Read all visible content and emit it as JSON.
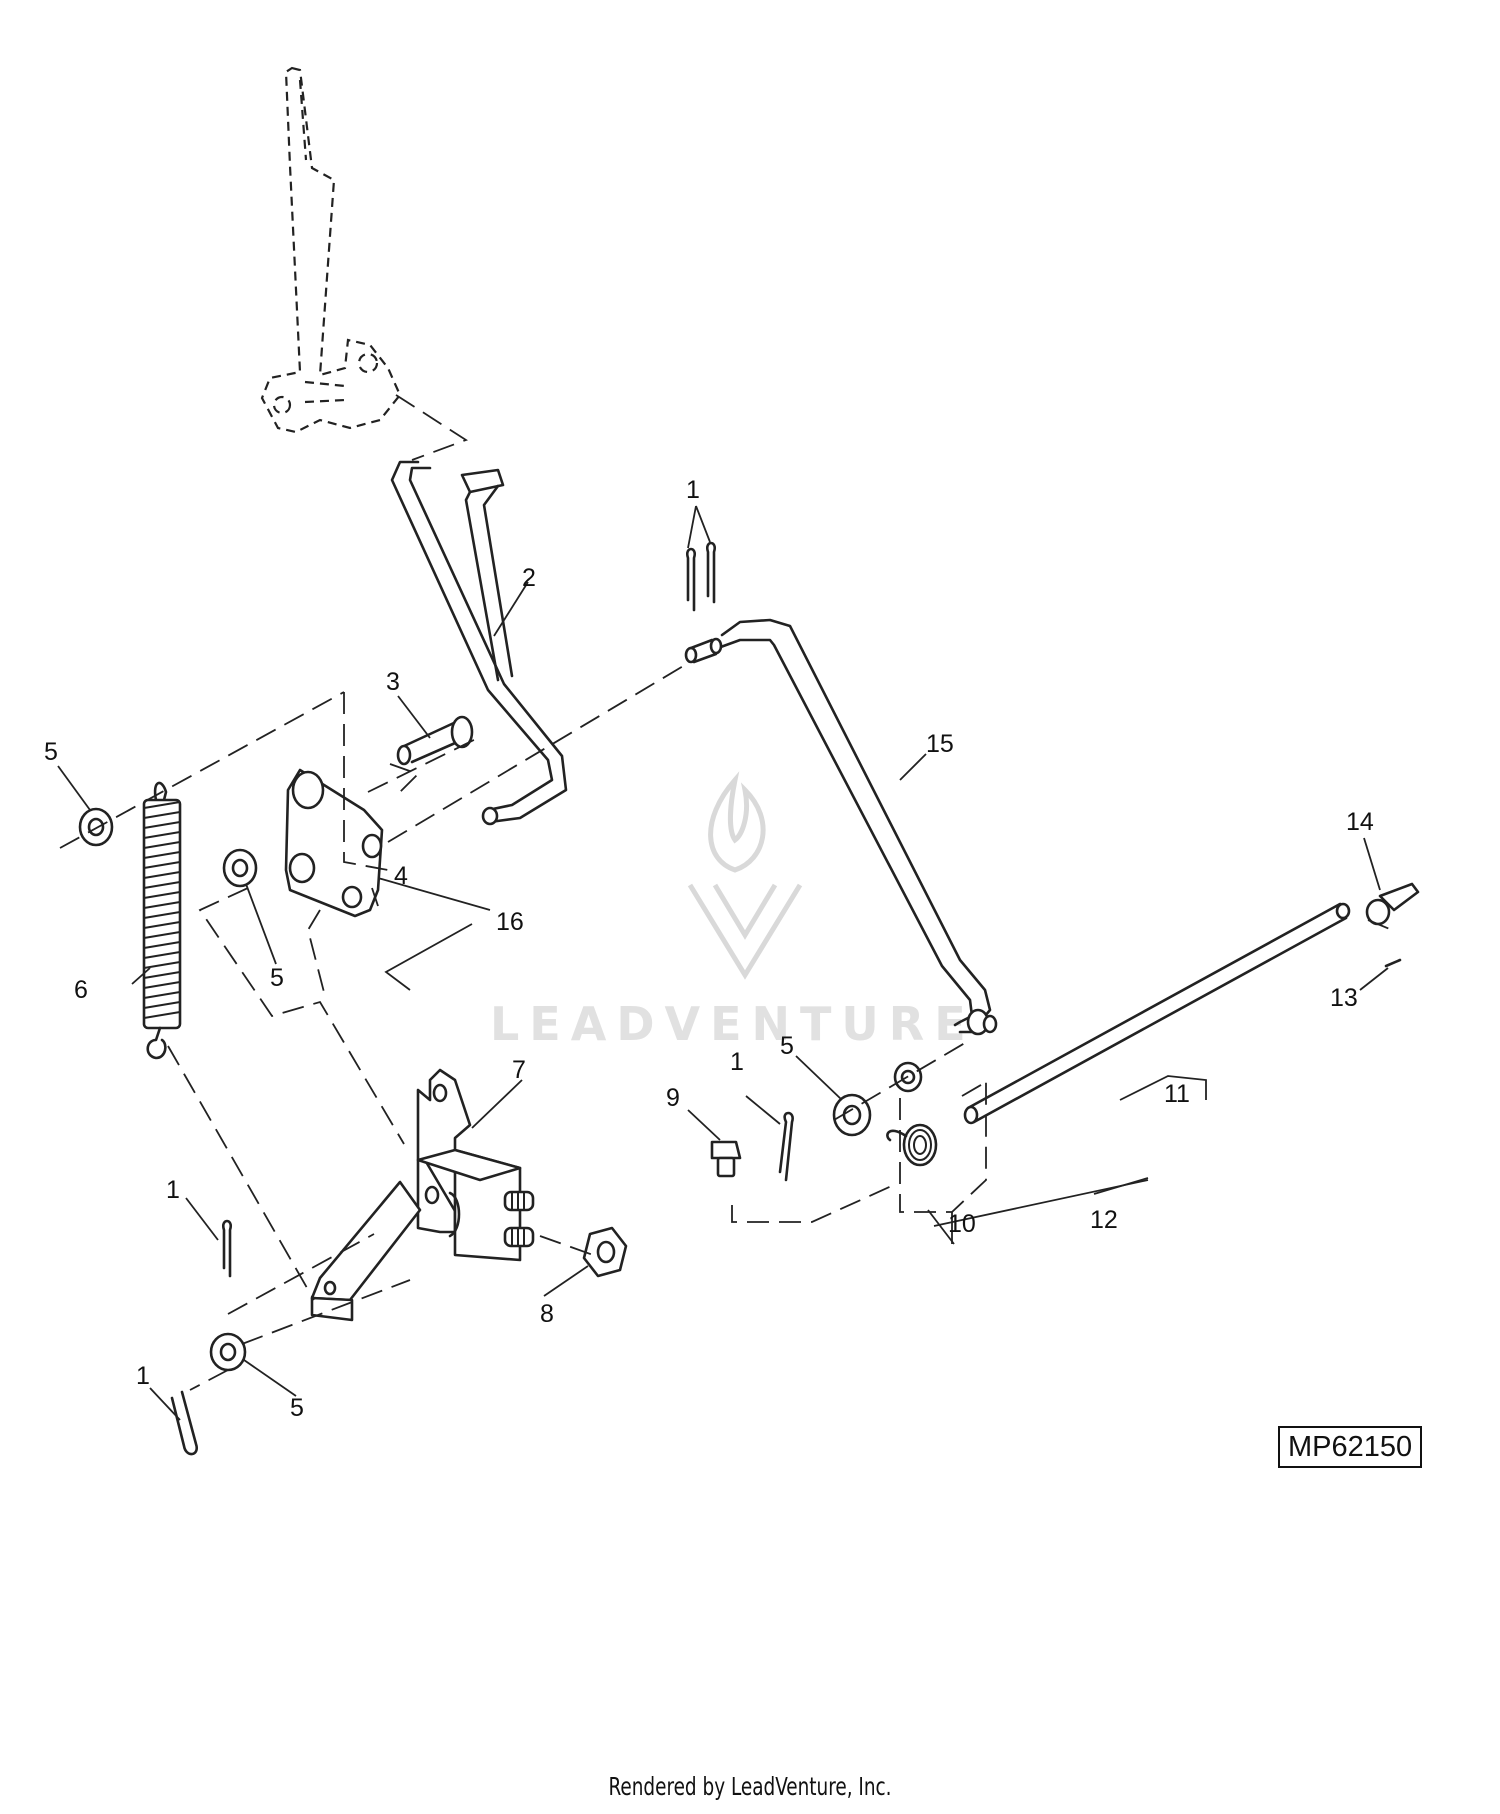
{
  "diagram": {
    "reference_number": "MP62150",
    "watermark_text": "LEADVENTURE",
    "callouts": [
      "1",
      "1",
      "1",
      "1",
      "2",
      "3",
      "4",
      "5",
      "5",
      "5",
      "5",
      "6",
      "7",
      "8",
      "9",
      "10",
      "11",
      "12",
      "13",
      "14",
      "15",
      "16"
    ]
  },
  "footer": {
    "credit": "Rendered by LeadVenture, Inc."
  }
}
